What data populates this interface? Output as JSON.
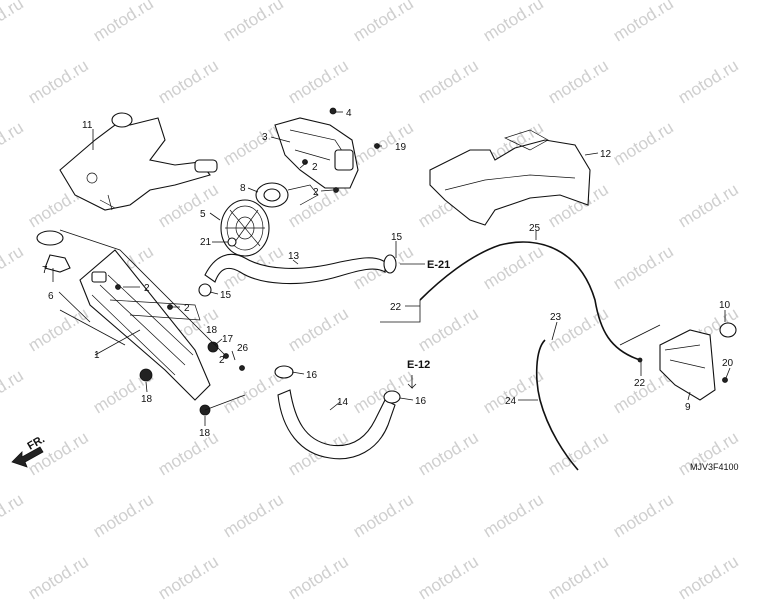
{
  "watermark": "motod.ru",
  "diagram_code": "MJV3F4100",
  "direction_label": "FR.",
  "references": {
    "e21": "E-21",
    "e12": "E-12"
  },
  "labels": {
    "n1": "1",
    "n2a": "2",
    "n2b": "2",
    "n2c": "2",
    "n2d": "2",
    "n2e": "2",
    "n3": "3",
    "n4": "4",
    "n5": "5",
    "n6": "6",
    "n7": "7",
    "n8": "8",
    "n9": "9",
    "n10": "10",
    "n11": "11",
    "n12": "12",
    "n13": "13",
    "n14": "14",
    "n15a": "15",
    "n15b": "15",
    "n16a": "16",
    "n16b": "16",
    "n17": "17",
    "n18a": "18",
    "n18b": "18",
    "n18c": "18",
    "n19": "19",
    "n20": "20",
    "n21": "21",
    "n22a": "22",
    "n22b": "22",
    "n23": "23",
    "n24": "24",
    "n25": "25",
    "n26": "26"
  }
}
